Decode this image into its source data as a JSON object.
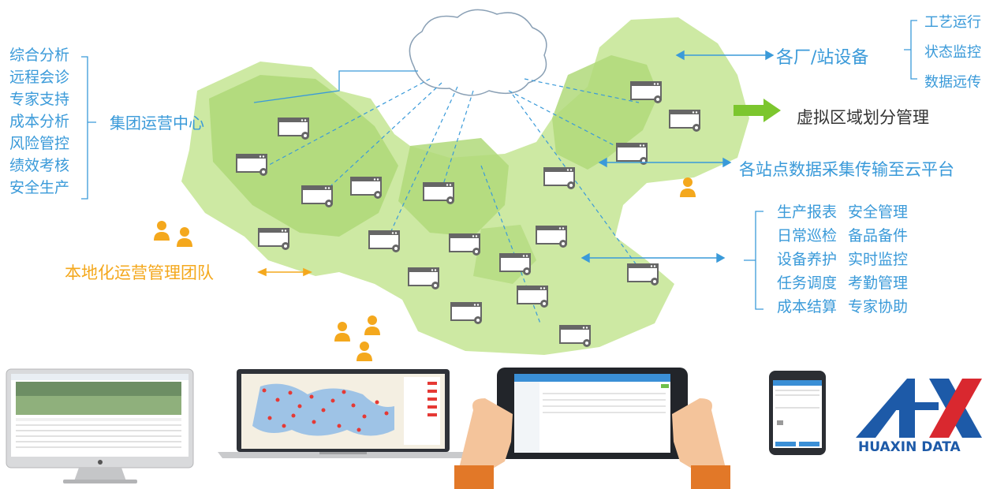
{
  "left_functions": [
    "综合分析",
    "远程会诊",
    "专家支持",
    "成本分析",
    "风险管控",
    "绩效考核",
    "安全生产"
  ],
  "center_label": "集团运营中心",
  "local_team": "本地化运营管理团队",
  "plant_equipment": "各厂/站设备",
  "plant_functions": [
    "工艺运行",
    "状态监控",
    "数据远传"
  ],
  "virtual_zoning": "虚拟区域划分管理",
  "data_upload": "各站点数据采集传输至云平台",
  "app_functions": [
    [
      "生产报表",
      "安全管理"
    ],
    [
      "日常巡检",
      "备品备件"
    ],
    [
      "设备养护",
      "实时监控"
    ],
    [
      "任务调度",
      "考勤管理"
    ],
    [
      "成本结算",
      "专家协助"
    ]
  ],
  "logo_text": "HUAXIN DATA",
  "colors": {
    "accent_blue": "#3a9ad9",
    "orange": "#f4a81d",
    "green_arrow": "#7cc62e",
    "region_light": "#cde9a3",
    "region_dark": "#b0d97a",
    "logo_blue": "#1d5aa8",
    "logo_red": "#d9282f"
  }
}
